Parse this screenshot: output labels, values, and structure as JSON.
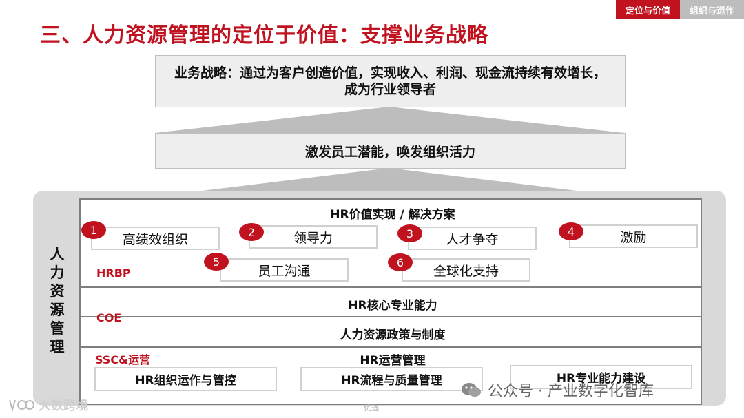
{
  "tabs": {
    "active": "定位与价值",
    "inactive": "组织与运作"
  },
  "title": "三、人力资源管理的定位于价值：支撑业务战略",
  "strategy": {
    "line1": "业务战略：通过为客户创造价值，实现收入、利润、现金流持续有效增长，",
    "line2": "成为行业领导者"
  },
  "middle": "激发员工潜能，唤发组织活力",
  "side_label": [
    "人",
    "力",
    "资",
    "源",
    "管",
    "理"
  ],
  "hr_value": {
    "title": "HR价值实现 / 解决方案",
    "items": [
      {
        "num": "1",
        "label": "高绩效组织"
      },
      {
        "num": "2",
        "label": "领导力"
      },
      {
        "num": "3",
        "label": "人才争夺"
      },
      {
        "num": "4",
        "label": "激励"
      },
      {
        "num": "5",
        "label": "员工沟通"
      },
      {
        "num": "6",
        "label": "全球化支持"
      }
    ],
    "hrbp": "HRBP"
  },
  "coe": {
    "label": "COE",
    "title1": "HR核心专业能力",
    "title2": "人力资源政策与制度"
  },
  "ssc": {
    "label": "SSC&运营",
    "title": "HR运营管理",
    "items": [
      "HR组织运作与管控",
      "HR流程与质量管理",
      "HR专业能力建设"
    ]
  },
  "watermarks": {
    "wechat": "公众号 · 产业数字化智库",
    "logo": "大数跨境",
    "footer": "优选"
  },
  "colors": {
    "accent": "#c0121f",
    "panel": "#d9d9d9",
    "box": "#eeeeee"
  }
}
